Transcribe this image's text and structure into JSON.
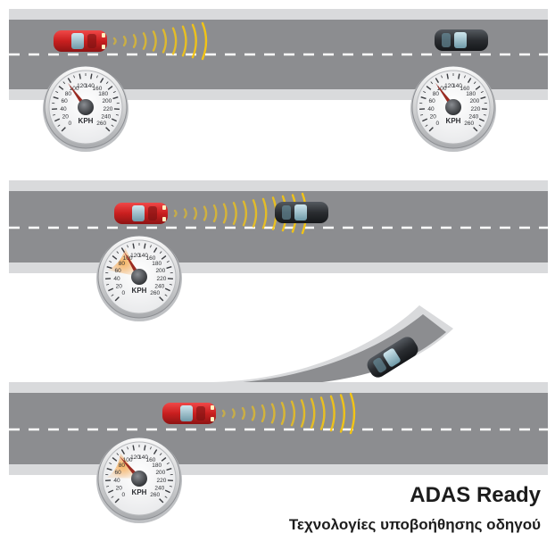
{
  "caption": {
    "title": "ADAS Ready",
    "subtitle": "Τεχνολογίες υποβοήθησης οδηγού"
  },
  "speedometer": {
    "unit": "KPH",
    "ticks": [
      "0",
      "20",
      "40",
      "60",
      "80",
      "100",
      "120",
      "140",
      "160",
      "180",
      "200",
      "220",
      "240",
      "260"
    ]
  },
  "scenes": [
    {
      "id": "free-road",
      "needle_kph": 95,
      "warning": false,
      "lead_vehicle": "ahead-far"
    },
    {
      "id": "following",
      "needle_kph": 100,
      "warning": true,
      "lead_vehicle": "ahead-close"
    },
    {
      "id": "exit-lane",
      "needle_kph": 90,
      "warning": true,
      "lead_vehicle": "leaving-on-ramp"
    }
  ],
  "colors": {
    "road": "#8c8d90",
    "road_edge": "#d9dadc",
    "lane_mark": "#ffffff",
    "host_car": "#d32a2a",
    "lead_car": "#2f3236",
    "radar_wave": "#f2c416",
    "needle": "#9a2b22",
    "warning_glow": "#f39a3a"
  }
}
